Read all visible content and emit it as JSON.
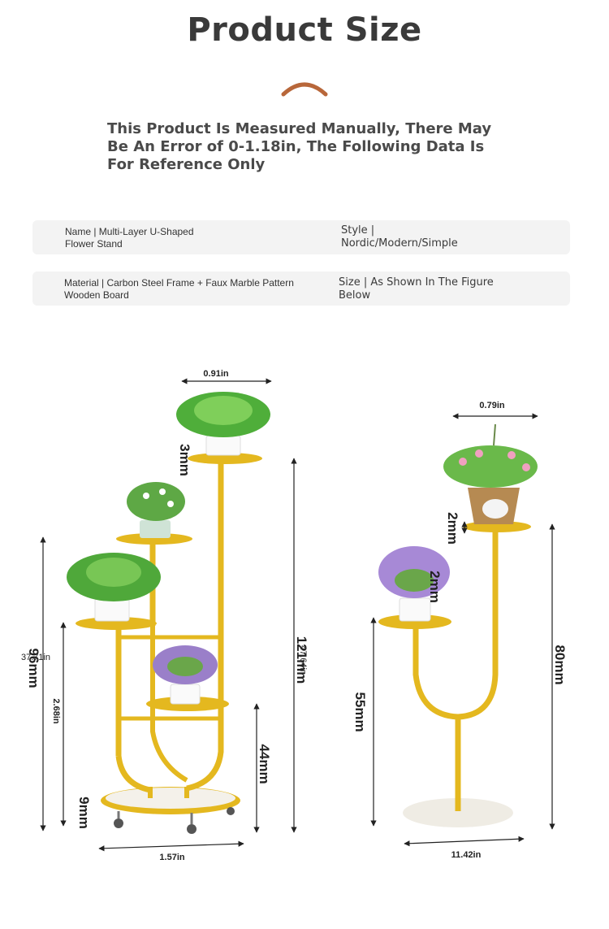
{
  "header": {
    "title": "Product Size",
    "notice": "This Product Is Measured Manually, There May Be An Error of 0-1.18in, The Following Data Is For Reference Only"
  },
  "specs": {
    "name_label": "Name | Multi-Layer U-Shaped",
    "name_value": "Flower Stand",
    "style_label": "Style |",
    "style_value": "Nordic/Modern/Simple",
    "material_label": "Material | Carbon Steel Frame + Faux Marble Pattern",
    "material_value": "Wooden Board",
    "size_label": "Size | As Shown In The Figure",
    "size_value": "Below"
  },
  "left_stand": {
    "top_width": "0.91in",
    "top_gap": "3mm",
    "left_height_label": "37.71in",
    "left_height_mm": "96mm",
    "mid_height": "2.68in",
    "right_height_label": "47.64in",
    "right_height_mm": "121mm",
    "lower_height": "44mm",
    "base_height": "9mm",
    "base_width": "1.57in"
  },
  "right_stand": {
    "top_width": "0.79in",
    "top_gap": "2mm",
    "mid_gap": "2mm",
    "tray_height": "55mm",
    "total_height": "80mm",
    "base_width": "11.42in"
  },
  "colors": {
    "gold": "#E4B81F",
    "gold_dark": "#C49A12",
    "arc": "#B8673A",
    "spec_bg": "#F3F3F3"
  }
}
